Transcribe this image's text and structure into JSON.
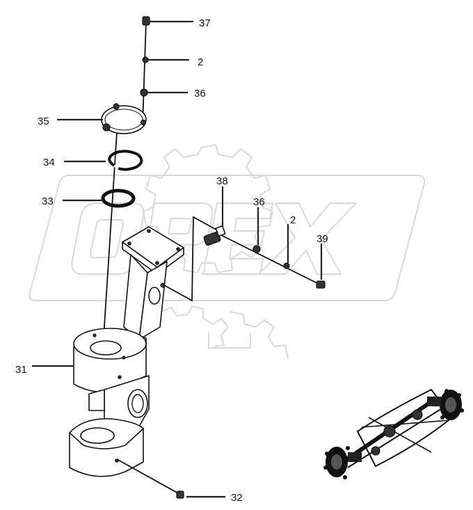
{
  "callouts": {
    "c37": "37",
    "c2a": "2",
    "c36a": "36",
    "c35": "35",
    "c34": "34",
    "c33": "33",
    "c38": "38",
    "c36b": "36",
    "c2b": "2",
    "c39": "39",
    "c31": "31",
    "c32": "32"
  },
  "watermark": {
    "logo_text": "OPEX"
  },
  "colors": {
    "line": "#111111",
    "watermark": "#d9d9d9"
  }
}
